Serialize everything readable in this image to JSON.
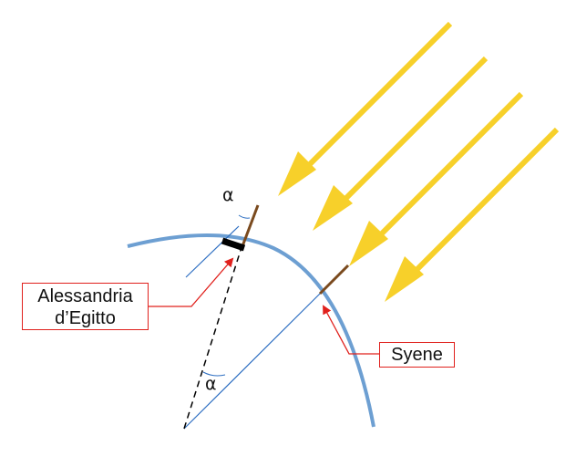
{
  "labels": {
    "alexandria_line1": "Alessandria",
    "alexandria_line2": "d’Egitto",
    "syene": "Syene",
    "alpha_top": "α",
    "alpha_center": "α"
  },
  "colors": {
    "sun_rays": "#f7d02a",
    "earth_arc": "#6d9fd2",
    "thin_lines": "#2e6fc2",
    "gnomon": "#7a4a1e",
    "shadow": "#000000",
    "pointer_arrows": "#e0201c",
    "box_border": "#e0201c"
  }
}
